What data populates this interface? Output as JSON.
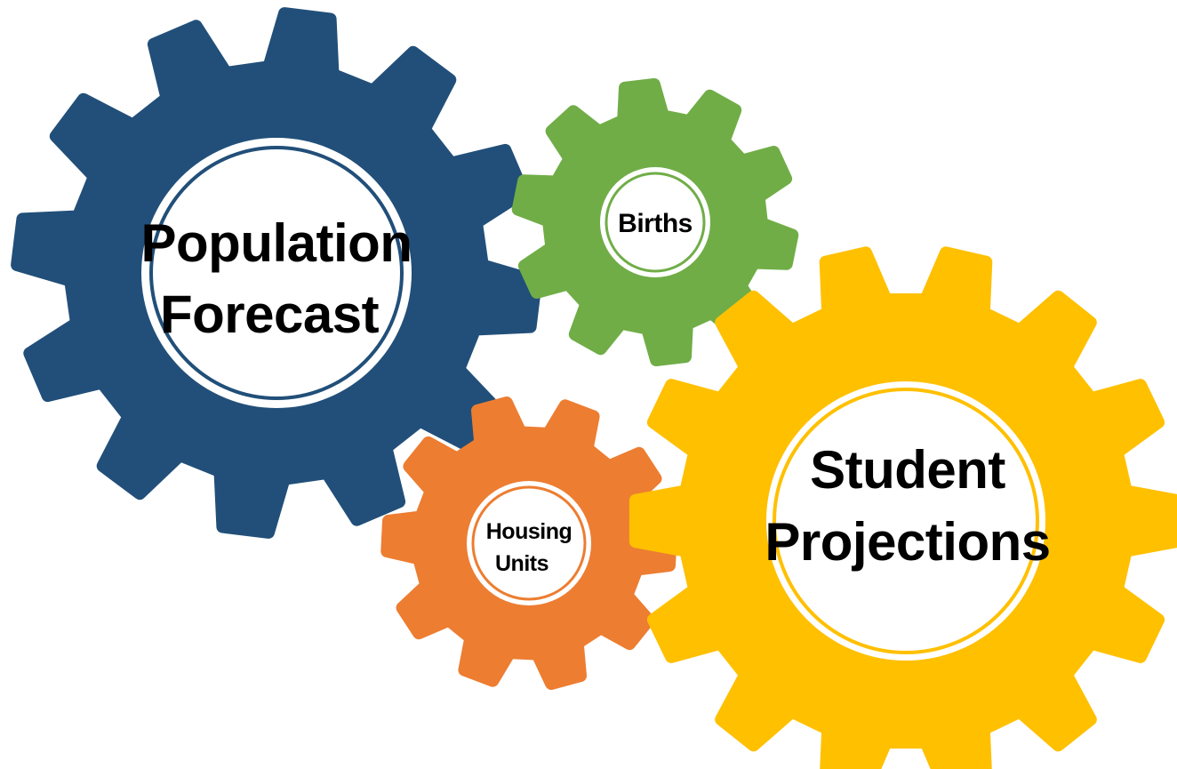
{
  "diagram": {
    "gears": [
      {
        "id": "population-forecast",
        "color": "#214F79",
        "label_lines": [
          "Population",
          "Forecast"
        ]
      },
      {
        "id": "births",
        "color": "#70AD47",
        "label_lines": [
          "Births"
        ]
      },
      {
        "id": "housing-units",
        "color": "#ED7D31",
        "label_lines": [
          "Housing",
          "Units"
        ]
      },
      {
        "id": "student-projections",
        "color": "#FFC000",
        "label_lines": [
          "Student",
          "Projections"
        ]
      }
    ]
  }
}
